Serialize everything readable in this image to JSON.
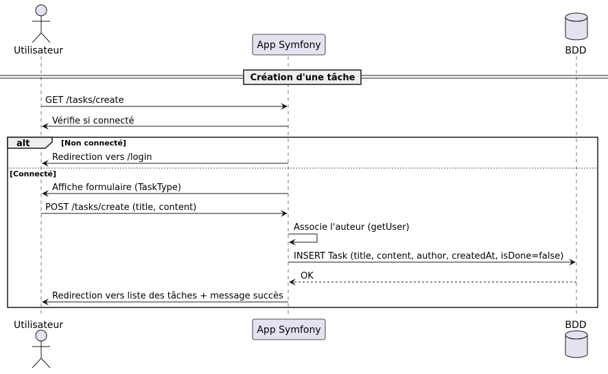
{
  "participants": {
    "user": "Utilisateur",
    "app": "App Symfony",
    "db": "BDD"
  },
  "divider": "Création d'une tâche",
  "alt": {
    "keyword": "alt",
    "guard1": "[Non connecté]",
    "guard2": "[Connecté]"
  },
  "messages": [
    "GET /tasks/create",
    "Vérifie si connecté",
    "Redirection vers /login",
    "Affiche formulaire (TaskType)",
    "POST /tasks/create (title, content)",
    "Associe l'auteur (getUser)",
    "INSERT Task (title, content, author, createdAt, isDone=false)",
    "OK",
    "Redirection vers liste des tâches + message succès"
  ],
  "colors": {
    "participant_fill": "#e2e2f0",
    "border": "#181818"
  }
}
